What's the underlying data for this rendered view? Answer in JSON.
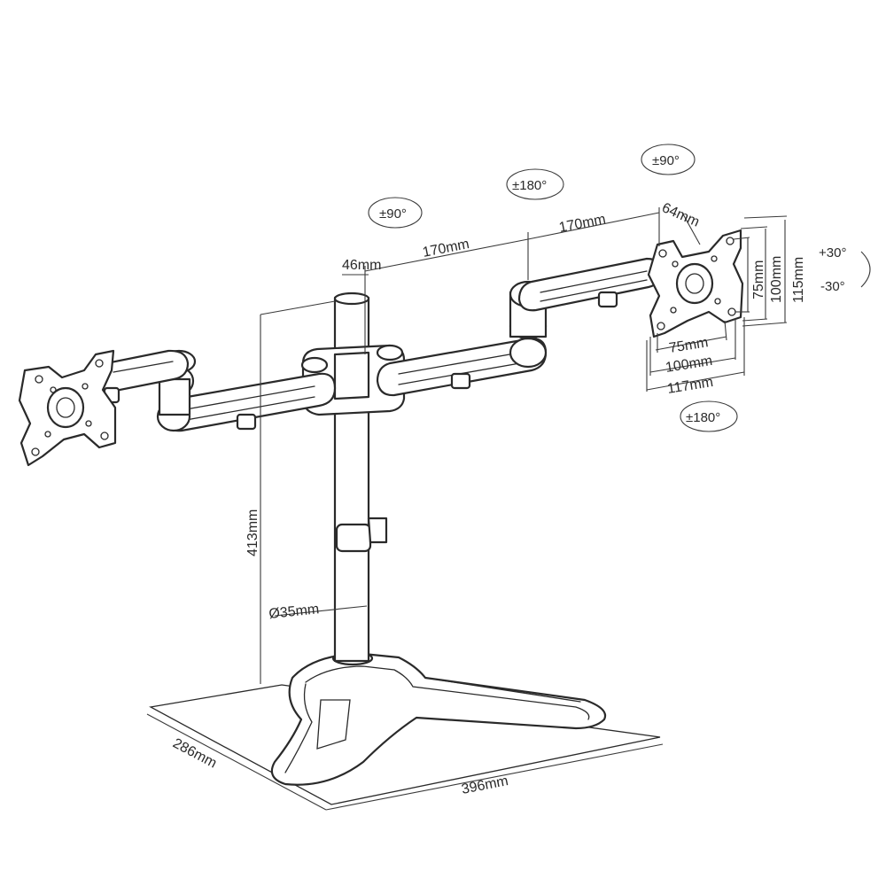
{
  "labels": {
    "arm_left_length": "170mm",
    "arm_right_length": "170mm",
    "offset_46": "46mm",
    "offset_64": "64mm",
    "vesa_h_75": "75mm",
    "vesa_h_100": "100mm",
    "vesa_h_117": "117mm",
    "vesa_v_75": "75mm",
    "vesa_v_100": "100mm",
    "vesa_v_115": "115mm",
    "pole_height": "413mm",
    "pole_diameter": "Ø35mm",
    "base_depth": "286mm",
    "base_width": "396mm"
  },
  "rotations": {
    "center": "±90°",
    "elbow": "±180°",
    "head_top": "±90°",
    "head_bottom": "±180°",
    "tilt_up": "+30°",
    "tilt_down": "-30°"
  }
}
